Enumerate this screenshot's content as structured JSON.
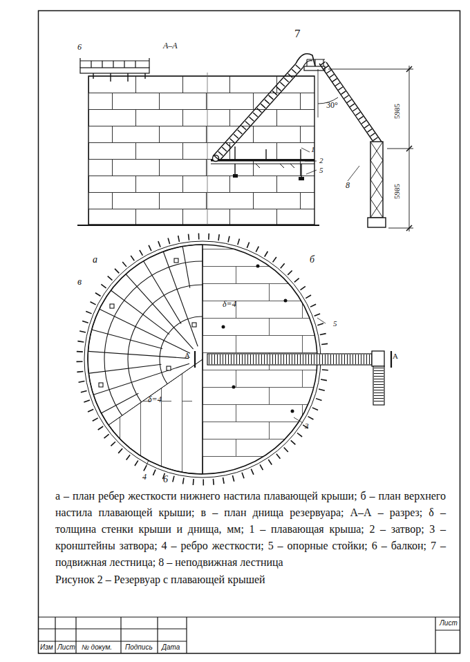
{
  "diagram": {
    "caption": "Рисунок 2 – Резервуар с плавающей крышей",
    "labels": [
      "6",
      "7",
      "А–А",
      "1",
      "2",
      "5",
      "8",
      "30°",
      "5985",
      "5985",
      "а",
      "б",
      "в",
      "δ=4",
      "δ=4",
      "5",
      "3",
      "4",
      "6",
      "А",
      "А",
      "а – план ребер жесткости нижнего настила плавающей крыши; б – план верхнего настила плавающей крыши; в – план днища резервуара; А–А – разрез; δ – толщина стенки крыши и днища, мм; 1 – плавающая крыша; 2 – затвор; 3 – кронштейны затвора; 4 – ребро жесткости; 5 – опорные стойки; 6 – балкон; 7 – подвижная лестница; 8 – неподвижная лестница",
      "Изм",
      "Лист",
      "№ докум.",
      "Подпись",
      "Дата",
      "Лист"
    ]
  }
}
